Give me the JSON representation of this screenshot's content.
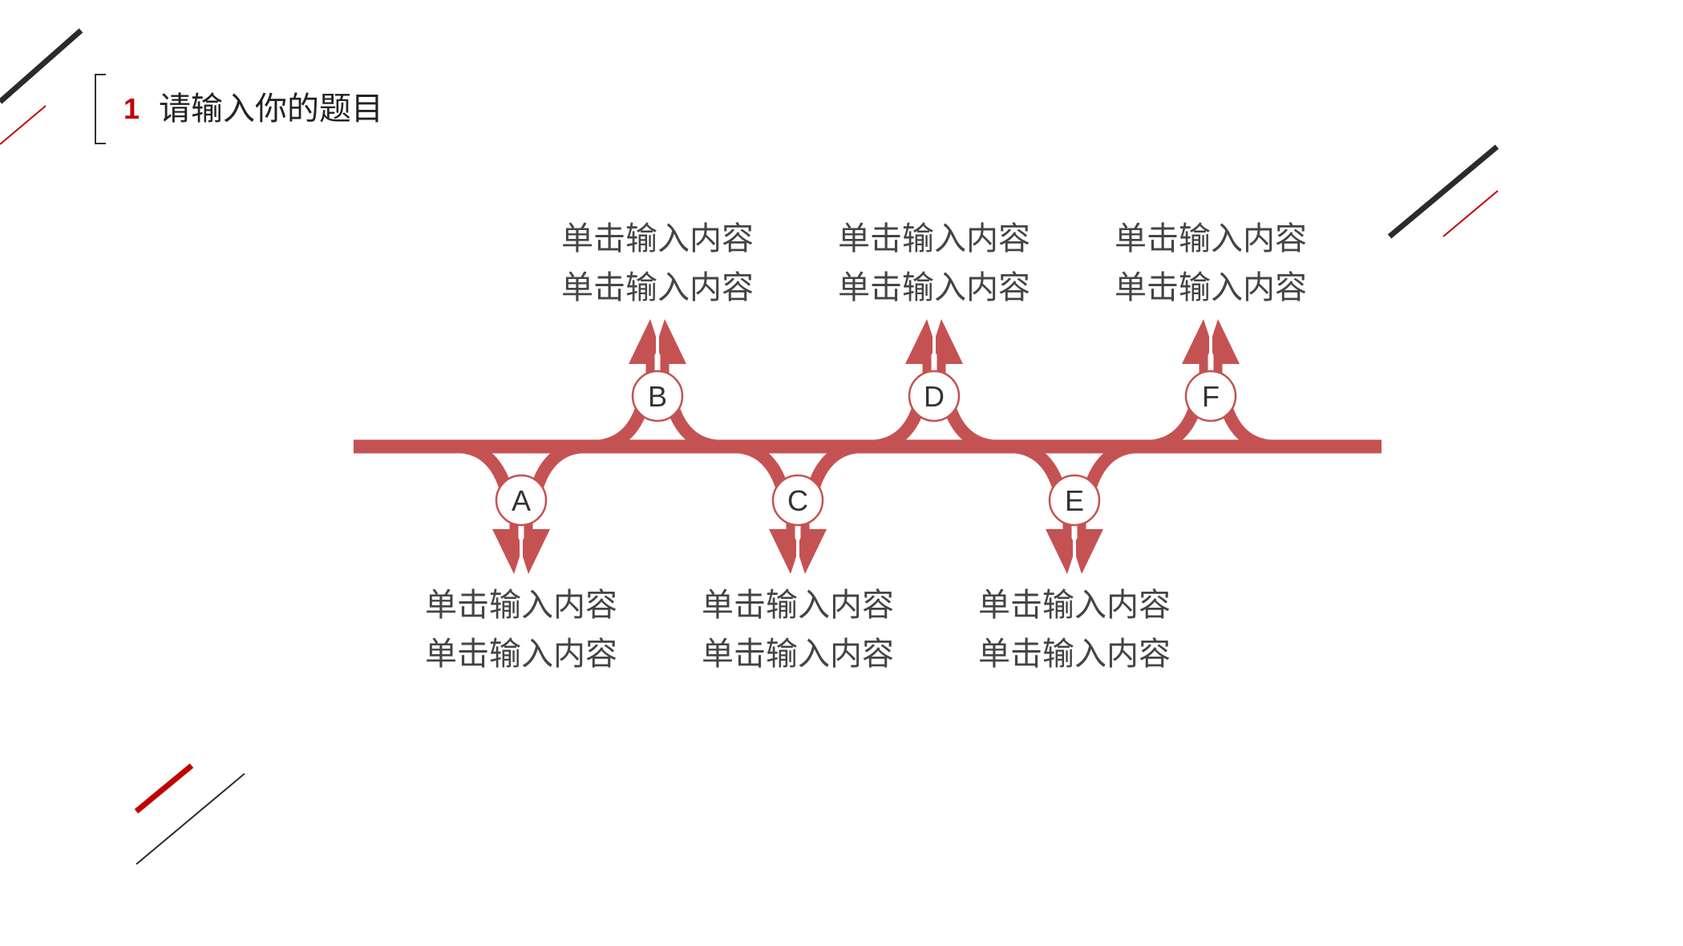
{
  "title": {
    "number": "1",
    "text": "请输入你的题目"
  },
  "colors": {
    "accent": "#c55252",
    "deco_dark": "#2b2b2b",
    "deco_red": "#c00000",
    "node_border": "#c55252",
    "text": "#444444"
  },
  "nodes": [
    {
      "letter": "A",
      "direction": "down",
      "lines": [
        "单击输入内容",
        "单击输入内容"
      ]
    },
    {
      "letter": "B",
      "direction": "up",
      "lines": [
        "单击输入内容",
        "单击输入内容"
      ]
    },
    {
      "letter": "C",
      "direction": "down",
      "lines": [
        "单击输入内容",
        "单击输入内容"
      ]
    },
    {
      "letter": "D",
      "direction": "up",
      "lines": [
        "单击输入内容",
        "单击输入内容"
      ]
    },
    {
      "letter": "E",
      "direction": "down",
      "lines": [
        "单击输入内容",
        "单击输入内容"
      ]
    },
    {
      "letter": "F",
      "direction": "up",
      "lines": [
        "单击输入内容",
        "单击输入内容"
      ]
    }
  ]
}
